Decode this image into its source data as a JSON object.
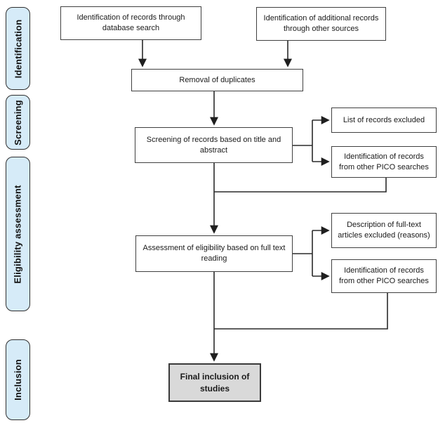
{
  "sidebar": {
    "items": [
      {
        "label": "Identification"
      },
      {
        "label": "Screening"
      },
      {
        "label": "Eligibility assessment"
      },
      {
        "label": "Inclusion"
      }
    ]
  },
  "nodes": {
    "db_search": {
      "label": "Identification of records through database search"
    },
    "other_sources": {
      "label": "Identification of additional records through other sources"
    },
    "duplicates": {
      "label": "Removal of duplicates"
    },
    "screening": {
      "label": "Screening of records based on title and abstract"
    },
    "list_excluded": {
      "label": "List of records excluded"
    },
    "pico_screening": {
      "label": "Identification of records from other PICO searches"
    },
    "assessment": {
      "label": "Assessment of eligibility based on full text reading"
    },
    "fulltext_excluded": {
      "label": "Description of full-text articles excluded (reasons)"
    },
    "pico_assessment": {
      "label": "Identification of records from other PICO searches"
    },
    "final_inclusion": {
      "label": "Final inclusion of studies"
    }
  },
  "colors": {
    "stage_fill": "#d6ebf8",
    "box_border": "#404040",
    "final_fill": "#d9d9d9",
    "line": "#1f1f1f"
  }
}
